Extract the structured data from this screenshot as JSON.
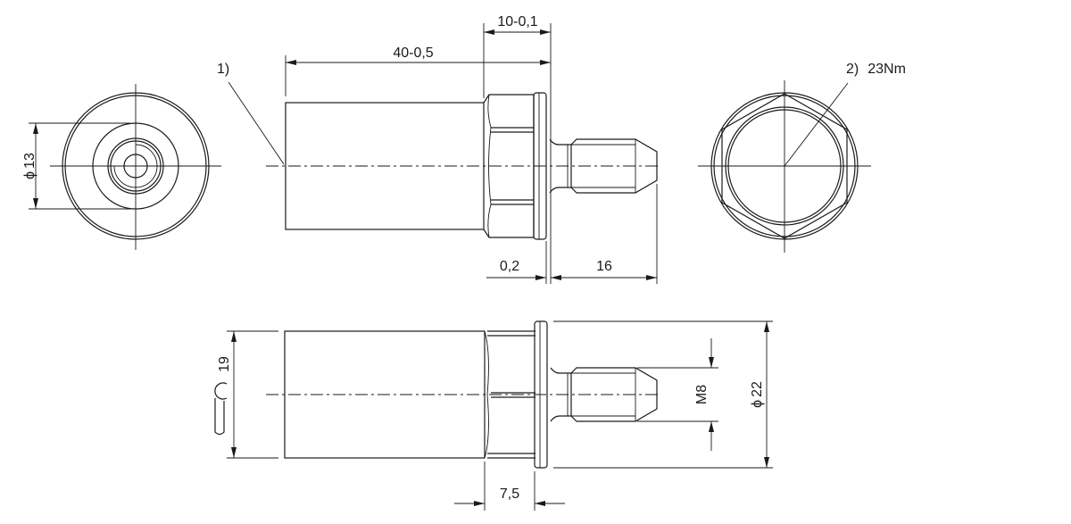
{
  "drawing": {
    "type": "technical-dimension-drawing",
    "views": [
      "front-view",
      "side-view-top",
      "rear-view",
      "side-view-bottom"
    ]
  },
  "annotations": {
    "note1": "1)",
    "note2": "2)",
    "torque": "23Nm"
  },
  "dimensions": {
    "diameter_13": "13",
    "length_40": "40-0,5",
    "length_10": "10-0,1",
    "gap_02": "0,2",
    "thread_16": "16",
    "wrench_19": "19",
    "length_75": "7,5",
    "thread_m8": "M8",
    "diameter_22": "22"
  },
  "symbols": {
    "diameter": "ϕ"
  }
}
